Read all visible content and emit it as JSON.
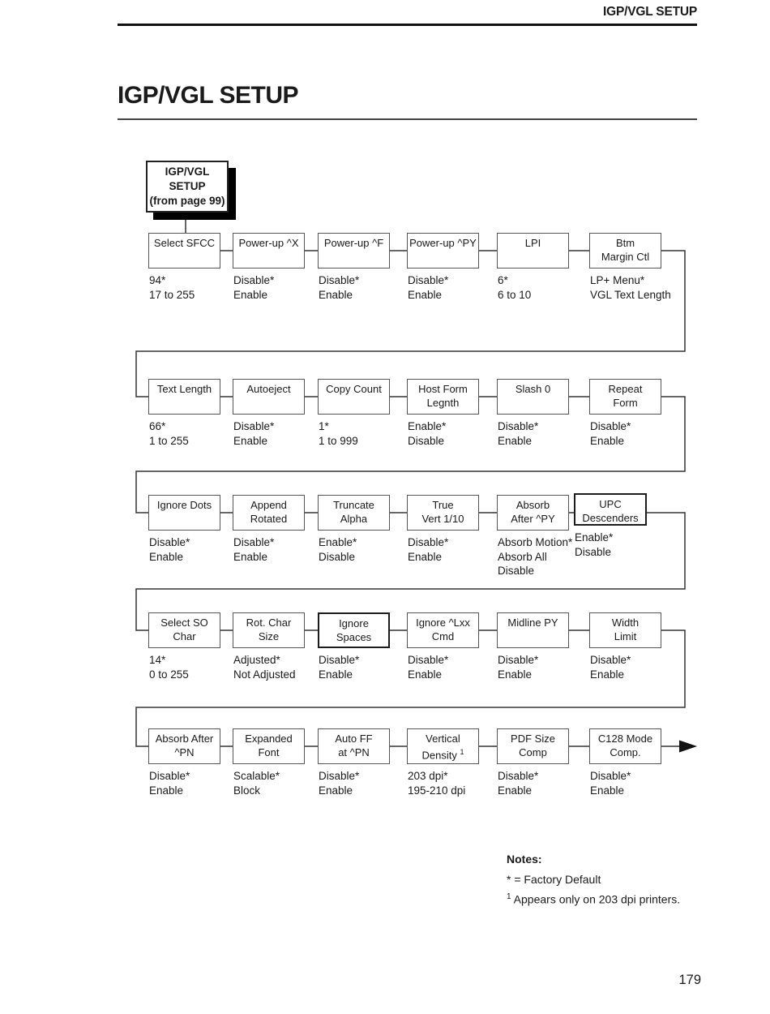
{
  "page": {
    "header": "IGP/VGL SETUP",
    "title": "IGP/VGL SETUP",
    "page_number": "179"
  },
  "start": {
    "lines": [
      "IGP/VGL",
      "SETUP",
      "(from page 99)"
    ]
  },
  "menu": {
    "rows": [
      {
        "items": [
          {
            "label": [
              "Select SFCC"
            ],
            "values": [
              "94*",
              "17 to 255"
            ]
          },
          {
            "label": [
              "Power-up ^X"
            ],
            "values": [
              "Disable*",
              "Enable"
            ]
          },
          {
            "label": [
              "Power-up ^F"
            ],
            "values": [
              "Disable*",
              "Enable"
            ]
          },
          {
            "label": [
              "Power-up ^PY"
            ],
            "values": [
              "Disable*",
              "Enable"
            ]
          },
          {
            "label": [
              "LPI"
            ],
            "values": [
              "6*",
              "6 to 10"
            ]
          },
          {
            "label": [
              "Btm",
              "Margin Ctl"
            ],
            "values": [
              "LP+ Menu*",
              "VGL Text Length"
            ]
          }
        ]
      },
      {
        "items": [
          {
            "label": [
              "Text Length"
            ],
            "values": [
              "66*",
              "1 to 255"
            ]
          },
          {
            "label": [
              "Autoeject"
            ],
            "values": [
              "Disable*",
              "Enable"
            ]
          },
          {
            "label": [
              "Copy Count"
            ],
            "values": [
              "1*",
              "1 to 999"
            ]
          },
          {
            "label": [
              "Host Form",
              "Legnth"
            ],
            "values": [
              "Enable*",
              "Disable"
            ]
          },
          {
            "label": [
              "Slash 0"
            ],
            "values": [
              "Disable*",
              "Enable"
            ]
          },
          {
            "label": [
              "Repeat",
              "Form"
            ],
            "values": [
              "Disable*",
              "Enable"
            ]
          }
        ]
      },
      {
        "items": [
          {
            "label": [
              "Ignore Dots"
            ],
            "values": [
              "Disable*",
              "Enable"
            ]
          },
          {
            "label": [
              "Append",
              "Rotated"
            ],
            "values": [
              "Disable*",
              "Enable"
            ]
          },
          {
            "label": [
              "Truncate",
              "Alpha"
            ],
            "values": [
              "Enable*",
              "Disable"
            ]
          },
          {
            "label": [
              "True",
              "Vert 1/10"
            ],
            "values": [
              "Disable*",
              "Enable"
            ]
          },
          {
            "label": [
              "Absorb",
              "After ^PY"
            ],
            "values": [
              "Absorb Motion*",
              "Absorb All",
              "Disable"
            ]
          },
          {
            "label": [
              "UPC",
              "Descenders"
            ],
            "values": [
              "Enable*",
              "Disable"
            ]
          }
        ]
      },
      {
        "items": [
          {
            "label": [
              "Select SO",
              "Char"
            ],
            "values": [
              "14*",
              "0 to 255"
            ]
          },
          {
            "label": [
              "Rot. Char",
              "Size"
            ],
            "values": [
              "Adjusted*",
              "Not Adjusted"
            ]
          },
          {
            "label": [
              "Ignore",
              "Spaces"
            ],
            "values": [
              "Disable*",
              "Enable"
            ]
          },
          {
            "label": [
              "Ignore ^Lxx",
              "Cmd"
            ],
            "values": [
              "Disable*",
              "Enable"
            ]
          },
          {
            "label": [
              "Midline PY"
            ],
            "values": [
              "Disable*",
              "Enable"
            ]
          },
          {
            "label": [
              "Width",
              "Limit"
            ],
            "values": [
              "Disable*",
              "Enable"
            ]
          }
        ]
      },
      {
        "items": [
          {
            "label": [
              "Absorb After",
              "^PN"
            ],
            "values": [
              "Disable*",
              "Enable"
            ]
          },
          {
            "label": [
              "Expanded",
              "Font"
            ],
            "values": [
              "Scalable*",
              "Block"
            ]
          },
          {
            "label": [
              "Auto FF",
              "at ^PN"
            ],
            "values": [
              "Disable*",
              "Enable"
            ]
          },
          {
            "label": [
              "Vertical",
              "Density"
            ],
            "label_sup": "1",
            "values": [
              "203 dpi*",
              "195-210 dpi"
            ]
          },
          {
            "label": [
              "PDF Size",
              "Comp"
            ],
            "values": [
              "Disable*",
              "Enable"
            ]
          },
          {
            "label": [
              "C128 Mode",
              "Comp."
            ],
            "values": [
              "Disable*",
              "Enable"
            ]
          }
        ]
      }
    ]
  },
  "notes": {
    "heading": "Notes:",
    "factory_default": "* = Factory Default",
    "footnote_sup": "1",
    "footnote": " Appears only on 203 dpi printers."
  }
}
